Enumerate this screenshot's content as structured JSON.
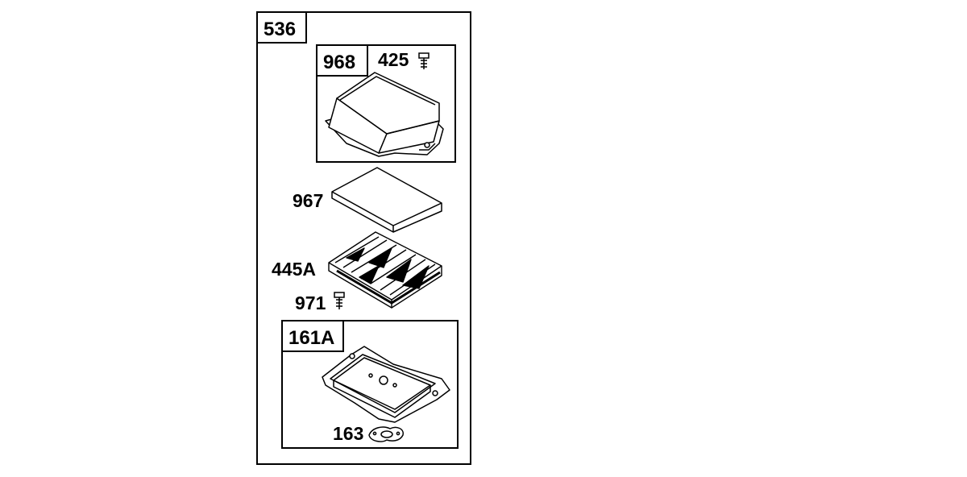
{
  "kit": {
    "number": "536"
  },
  "subgroups": {
    "cover_kit": {
      "number": "968"
    },
    "base_kit": {
      "number": "161A"
    }
  },
  "parts": {
    "screw_top": "425",
    "precleaner": "967",
    "filter": "445A",
    "screw_filter": "971",
    "gasket": "163"
  },
  "colors": {
    "line": "#000000",
    "background": "#ffffff"
  }
}
